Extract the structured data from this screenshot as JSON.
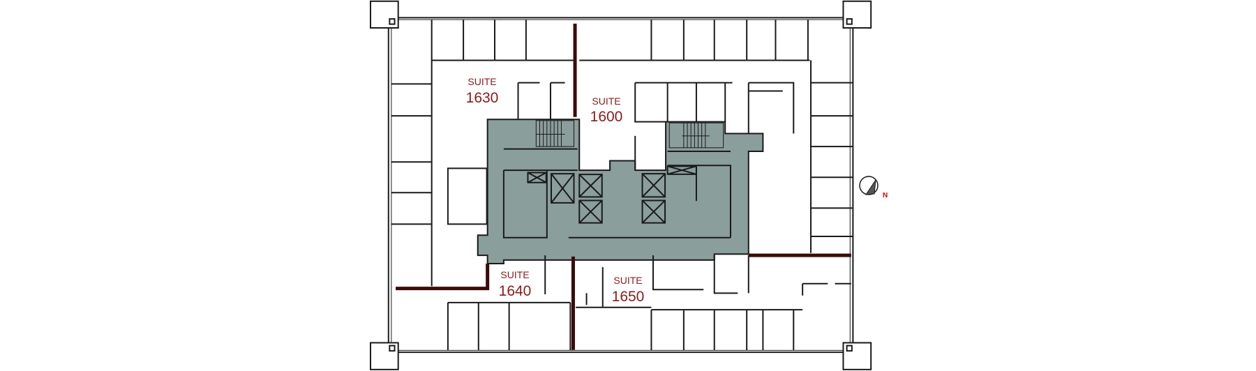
{
  "floorplan": {
    "suites": [
      {
        "label": "SUITE",
        "number": "1630"
      },
      {
        "label": "SUITE",
        "number": "1600"
      },
      {
        "label": "SUITE",
        "number": "1640"
      },
      {
        "label": "SUITE",
        "number": "1650"
      }
    ],
    "compass": {
      "label": "N"
    },
    "colors": {
      "core": "#8a9e9b",
      "demising_wall": "#3d0a0a",
      "suite_text": "#8b1a1a",
      "north": "#e00000"
    }
  }
}
